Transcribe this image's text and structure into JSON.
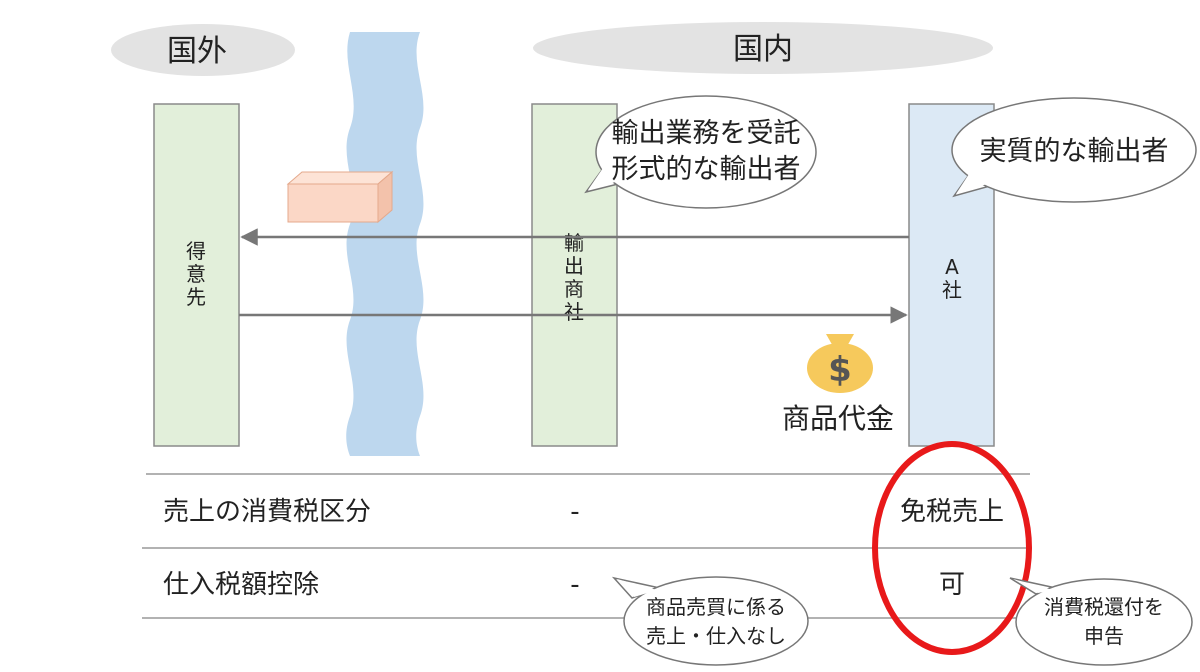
{
  "regions": {
    "abroad": "国外",
    "domestic": "国内"
  },
  "parties": {
    "customer": [
      "得",
      "意",
      "先"
    ],
    "trading_company": [
      "輸",
      "出",
      "商",
      "社"
    ],
    "company_a": [
      "A",
      "社"
    ]
  },
  "bubbles": {
    "trading_company": [
      "輸出業務を受託",
      "形式的な輸出者"
    ],
    "company_a": "実質的な輸出者"
  },
  "money": {
    "symbol": "$",
    "label": "商品代金"
  },
  "table": {
    "rows": [
      {
        "label": "売上の消費税区分",
        "trading_company": "-",
        "company_a": "免税売上"
      },
      {
        "label": "仕入税額控除",
        "trading_company": "-",
        "company_a": "可"
      }
    ]
  },
  "notes": {
    "trading_company": [
      "商品売買に係る",
      "売上・仕入なし"
    ],
    "company_a": [
      "消費税還付を",
      "申告"
    ]
  },
  "colors": {
    "green_fill": "#e2efda",
    "green_border": "#8a8a8a",
    "blue_fill": "#dce9f5",
    "river": "#bdd7ee",
    "region_pill": "#e3e3e3",
    "arrow": "#777777",
    "box_fill": "#fbd7c6",
    "money_bag": "#f6c95c",
    "highlight": "#e8191a"
  }
}
